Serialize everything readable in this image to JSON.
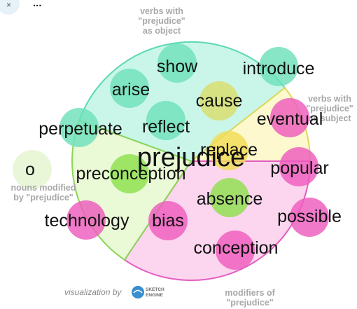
{
  "toolbar": {
    "close_glyph": "×",
    "more_glyph": "..."
  },
  "center_word": "prejudice",
  "regions": {
    "verbs_object": {
      "lines": [
        "verbs with",
        "\"prejudice\"",
        "as object"
      ],
      "color": "#9fefd9"
    },
    "verbs_subject": {
      "lines": [
        "verbs with",
        "\"prejudice\"",
        "as subject"
      ],
      "color": "#fbf3a6"
    },
    "modifiers": {
      "lines": [
        "modifiers of",
        "\"prejudice\""
      ],
      "color": "#f9b3e2"
    },
    "nouns_modified": {
      "lines": [
        "nouns modified",
        "by \"prejudice\""
      ],
      "color": "#d8f4b4"
    }
  },
  "words": [
    {
      "text": "show",
      "color": "#6ee1bb"
    },
    {
      "text": "introduce",
      "color": "#6ee1bb"
    },
    {
      "text": "arise",
      "color": "#6ee1bb"
    },
    {
      "text": "cause",
      "color": "#d9dd6b"
    },
    {
      "text": "eventual",
      "color": "#ee5cbd"
    },
    {
      "text": "perpetuate",
      "color": "#6ee1bb"
    },
    {
      "text": "reflect",
      "color": "#6ee1bb"
    },
    {
      "text": "replace",
      "color": "#f0dc55"
    },
    {
      "text": "o",
      "color": "#e9f7d8"
    },
    {
      "text": "preconception",
      "color": "#8ee04d"
    },
    {
      "text": "popular",
      "color": "#ee5cbd"
    },
    {
      "text": "absence",
      "color": "#8ee04d"
    },
    {
      "text": "technology",
      "color": "#ee5cbd"
    },
    {
      "text": "bias",
      "color": "#ee5cbd"
    },
    {
      "text": "possible",
      "color": "#ee5cbd"
    },
    {
      "text": "conception",
      "color": "#ee5cbd"
    }
  ],
  "credit": {
    "text": "visualization by",
    "brand_line1": "SKETCH",
    "brand_line2": "ENGINE",
    "logo_color": "#3a8fd0"
  }
}
